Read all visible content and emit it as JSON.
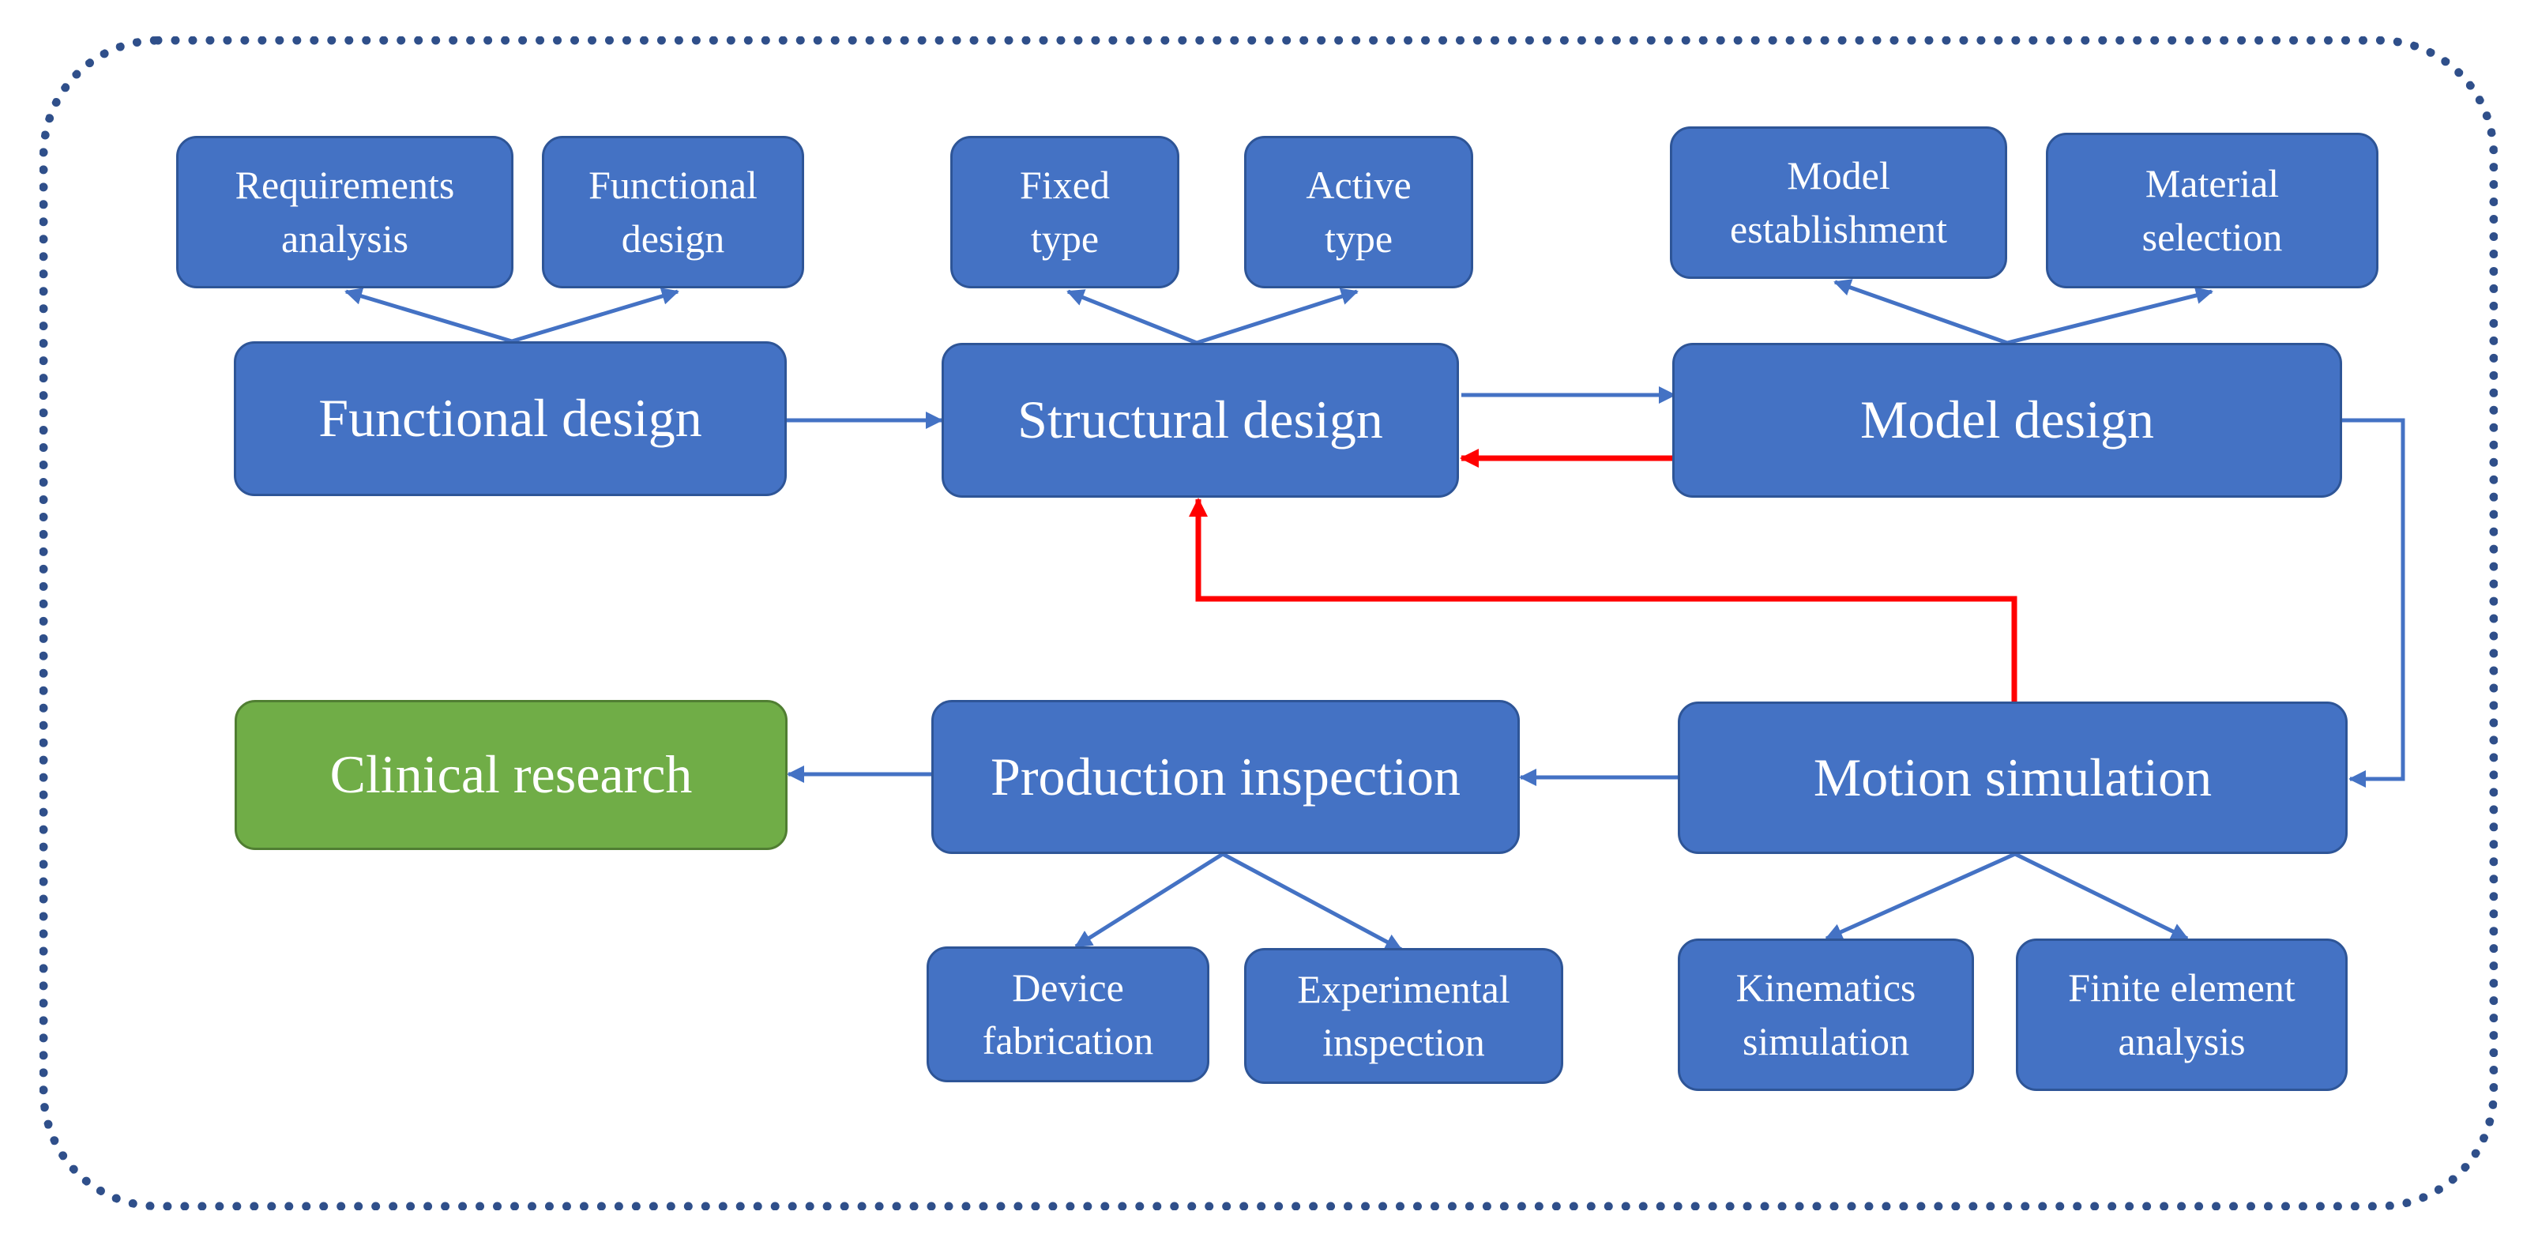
{
  "colors": {
    "box_fill": "#4472c4",
    "box_border": "#2e5597",
    "terminal_fill": "#70ad47",
    "arrow_blue": "#4472c4",
    "arrow_red": "#ff0000",
    "frame": "#2f4f8a"
  },
  "main_nodes": {
    "functional_design": "Functional design",
    "structural_design": "Structural design",
    "model_design": "Model design",
    "motion_simulation": "Motion simulation",
    "production_inspection": "Production inspection",
    "clinical_research": "Clinical research"
  },
  "sub_nodes": {
    "requirements_analysis": "Requirements\nanalysis",
    "functional_design_sub": "Functional\ndesign",
    "fixed_type": "Fixed\ntype",
    "active_type": "Active\ntype",
    "model_establishment": "Model\nestablishment",
    "material_selection": "Material\nselection",
    "device_fabrication": "Device\nfabrication",
    "experimental_inspection": "Experimental\ninspection",
    "kinematics_simulation": "Kinematics\nsimulation",
    "finite_element_analysis": "Finite element\nanalysis"
  }
}
